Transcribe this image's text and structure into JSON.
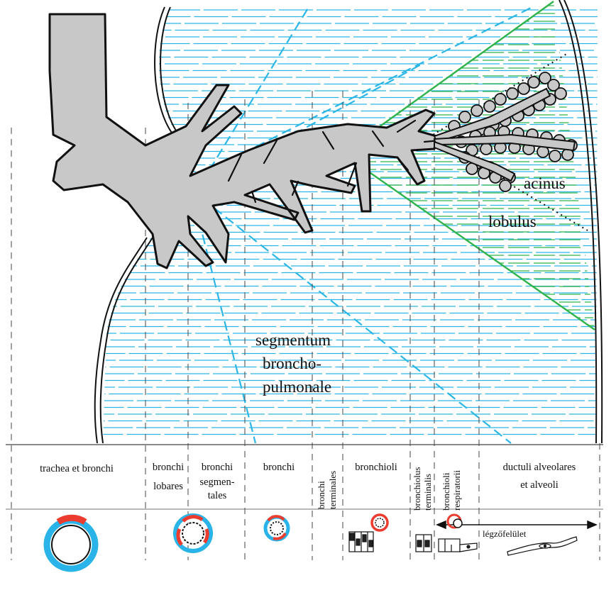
{
  "labels": {
    "acinus": "acinus",
    "lobulus": "lobulus",
    "segment_line1": "segmentum",
    "segment_line2": "broncho-",
    "segment_line3": "pulmonale",
    "legzofelulet": "légzőfelület"
  },
  "columns": {
    "trachea": "trachea et bronchi",
    "lobares_1": "bronchi",
    "lobares_2": "lobares",
    "segmentales_1": "bronchi",
    "segmentales_2": "segmen-",
    "segmentales_3": "tales",
    "bronchi": "bronchi",
    "terminales_1": "bronchi",
    "terminales_2": "terminales",
    "bronchioli": "bronchioli",
    "bronchiolus_1": "bronchiolus",
    "bronchiolus_2": "terminalis",
    "respiratorii_1": "bronchioli",
    "respiratorii_2": "respiratorii",
    "ductuli_1": "ductuli alveolares",
    "ductuli_2": "et alveoli"
  },
  "colors": {
    "segment_hatch": "#2bb6e6",
    "lobule_green": "#2fb34a",
    "airway_fill": "#c8c8c8",
    "outline": "#111111",
    "cartilage_red": "#ec3b2f",
    "mucosa_blue": "#29b3e8"
  }
}
